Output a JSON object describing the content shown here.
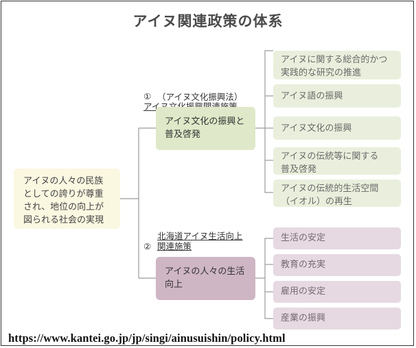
{
  "title": "アイヌ関連政策の体系",
  "root": "アイヌの人々の民族\nとしての誇りが尊重\nされ、地位の向上が\n図られる社会の実現",
  "section1": {
    "number": "①",
    "label": "アイヌ文化振興関連施策",
    "sub": "（アイヌ文化振興法）",
    "box": "アイヌ文化の振興と\n普及啓発",
    "items": [
      "アイヌに関する総合的かつ\n実践的な研究の推進",
      "アイヌ語の振興",
      "アイヌ文化の振興",
      "アイヌの伝統等に関する\n普及啓発",
      "アイヌの伝統的生活空間\n（イオル）の再生"
    ]
  },
  "section2": {
    "number": "②",
    "label": "北海道アイヌ生活向上\n関連施策",
    "box": "アイヌの人々の生活\n向上",
    "items": [
      "生活の安定",
      "教育の充実",
      "雇用の安定",
      "産業の振興"
    ]
  },
  "source_url": "https://www.kantei.go.jp/jp/singi/ainusuishin/policy.html",
  "colors": {
    "root_bg": "#fbf8e1",
    "green_box": "#dfe8c8",
    "green_leaf": "#e9efdc",
    "purple_box": "#cfb6c4",
    "purple_leaf": "#e6d9e1",
    "line": "#9a9a9a"
  }
}
